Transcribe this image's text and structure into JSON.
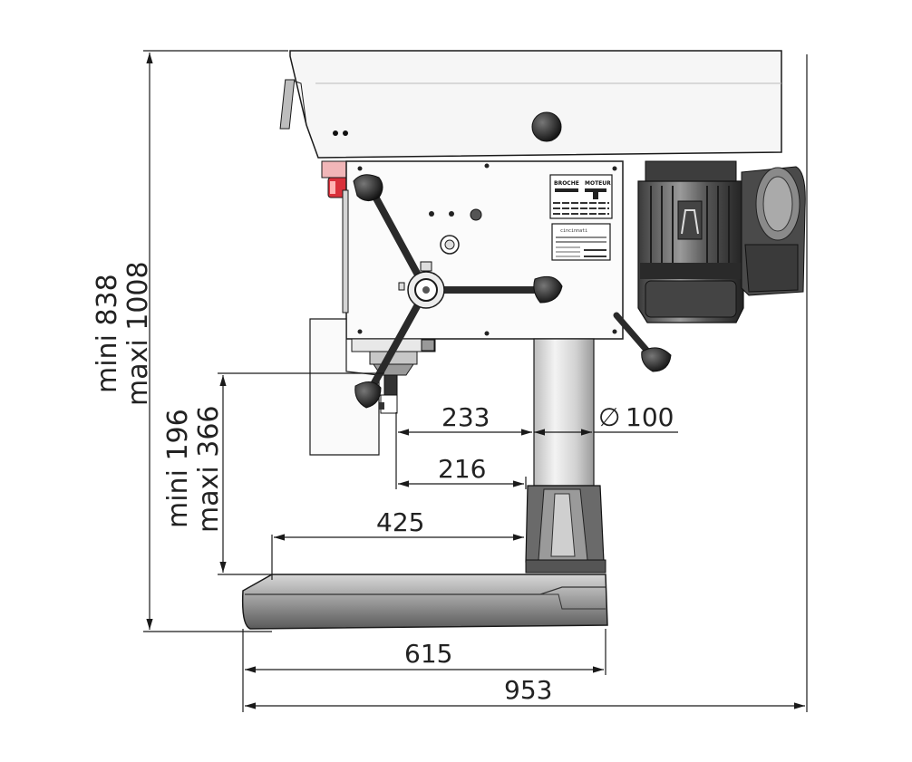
{
  "drawing": {
    "dimensions": {
      "overall_height_min": "mini 838",
      "overall_height_max": "maxi 1008",
      "table_height_min": "mini 196",
      "table_height_max": "maxi 366",
      "reach_upper": "233",
      "column_diameter": "100",
      "diameter_symbol": "∅",
      "reach_lower": "216",
      "table_reach": "425",
      "base_width": "615",
      "overall_width": "953"
    },
    "plates": {
      "left_plate_label_a": "BROCHE",
      "left_plate_label_b": "MOTEUR",
      "right_plate_brand": "cincinnati"
    },
    "colors": {
      "line": "#1a1a1a",
      "metal_light": "#f2f2f2",
      "metal_dark": "#2a2a2a",
      "column": "#cfcfcf",
      "red_switch": "#d9303a"
    }
  }
}
